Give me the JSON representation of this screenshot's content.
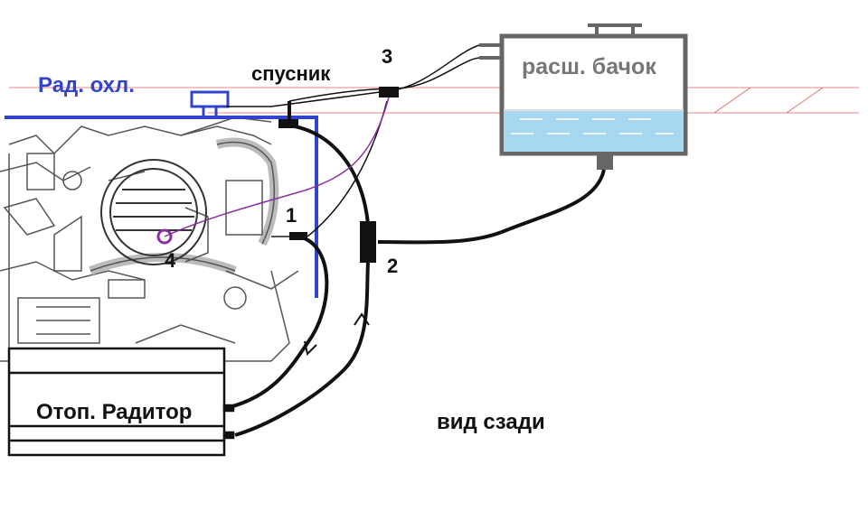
{
  "labels": {
    "radiator": "Рад. охл.",
    "drain": "спусник",
    "tank": "расш. бачок",
    "heater": "Отоп. Радитор",
    "view": "вид сзади"
  },
  "markers": {
    "m1": "1",
    "m2": "2",
    "m3": "3",
    "m4": "4"
  },
  "colors": {
    "radiator_line": "#3344cc",
    "hose": "#111111",
    "thin_tube": "#8a2ea0",
    "coolant": "#a8d8f0",
    "tank_frame": "#666666",
    "reference_line": "#e06060"
  }
}
